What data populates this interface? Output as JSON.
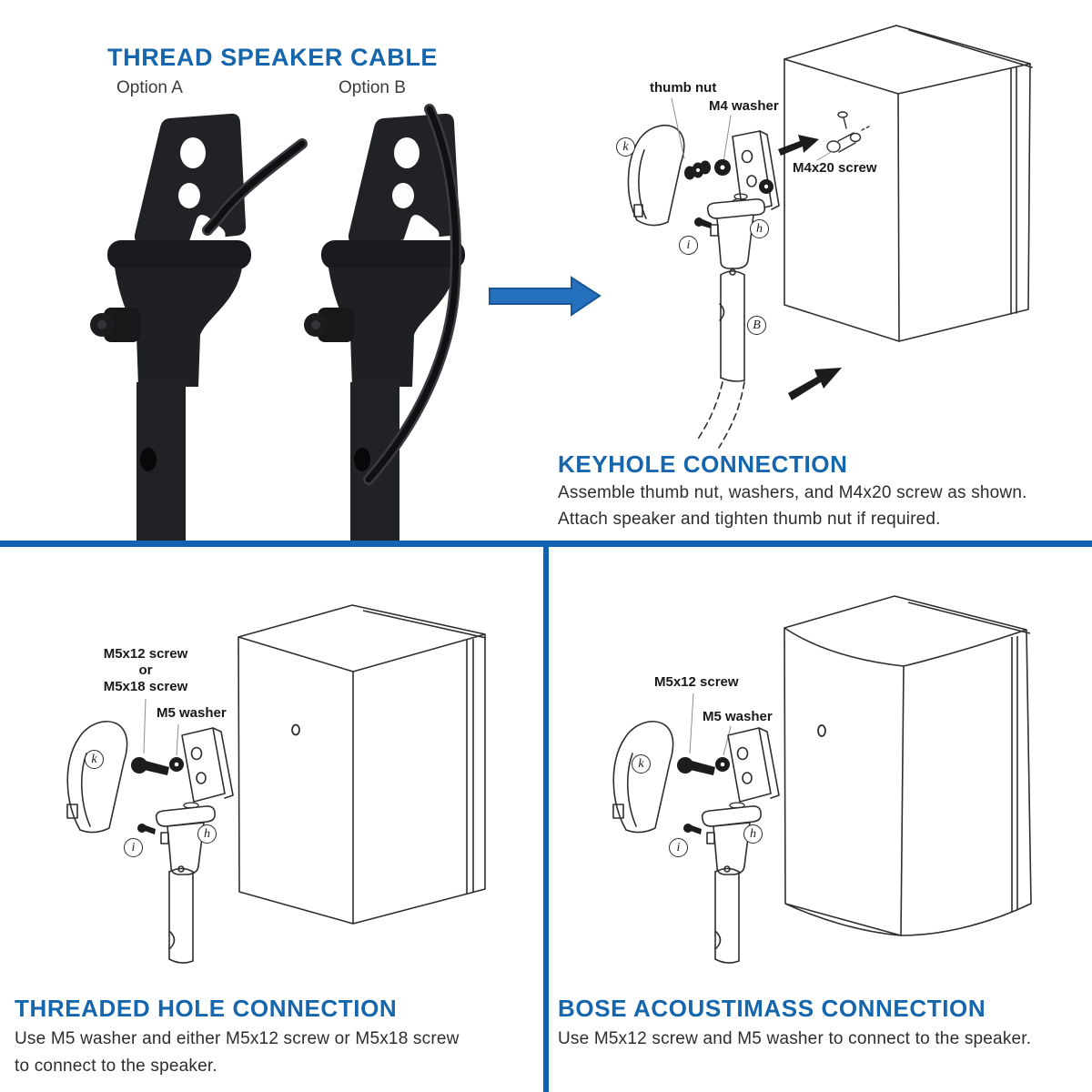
{
  "colors": {
    "accent": "#1566ad",
    "divider": "#0f63b0",
    "blue_arrow": "#2470bd",
    "part_black": "#1f2023"
  },
  "sections": {
    "thread": {
      "title": "THREAD SPEAKER CABLE",
      "option_a": "Option A",
      "option_b": "Option B"
    },
    "keyhole": {
      "title": "KEYHOLE CONNECTION",
      "line1": "Assemble thumb nut, washers, and M4x20 screw as shown.",
      "line2": "Attach speaker and tighten thumb nut if required.",
      "labels": {
        "thumb_nut": "thumb nut",
        "m4_washer": "M4 washer",
        "m4x20_screw": "M4x20 screw",
        "k": "k",
        "h": "h",
        "i": "i",
        "b": "B"
      }
    },
    "threaded": {
      "title": "THREADED HOLE CONNECTION",
      "line1": "Use M5 washer and either M5x12 screw or M5x18 screw",
      "line2": "to connect to the speaker.",
      "labels": {
        "screw1": "M5x12 screw",
        "screw_or": "or",
        "screw2": "M5x18 screw",
        "washer": "M5 washer",
        "k": "k",
        "h": "h",
        "i": "i"
      }
    },
    "bose": {
      "title": "BOSE ACOUSTIMASS CONNECTION",
      "line1": "Use M5x12 screw and M5 washer to connect to the speaker.",
      "labels": {
        "screw": "M5x12 screw",
        "washer": "M5 washer",
        "k": "k",
        "h": "h",
        "i": "i"
      }
    }
  }
}
